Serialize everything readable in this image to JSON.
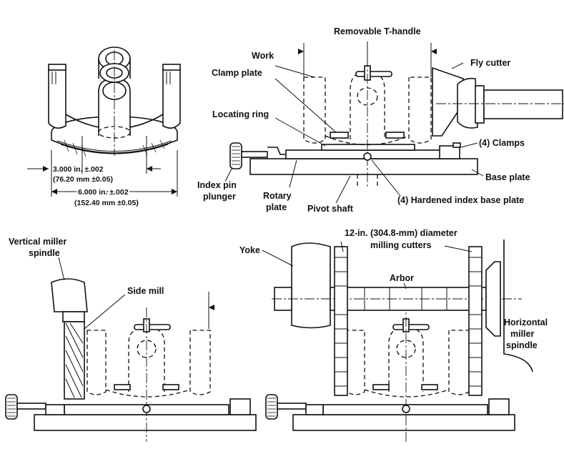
{
  "labels": {
    "removable_t_handle": "Removable T-handle",
    "work": "Work",
    "fly_cutter": "Fly cutter",
    "clamp_plate": "Clamp plate",
    "locating_ring": "Locating ring",
    "clamps": "(4) Clamps",
    "base_plate": "Base plate",
    "index_pin_plunger_1": "Index pin",
    "index_pin_plunger_2": "plunger",
    "rotary_plate_1": "Rotary",
    "rotary_plate_2": "plate",
    "pivot_shaft": "Pivot shaft",
    "hardened_index_base_plate": "(4) Hardened index base plate",
    "vertical_miller_spindle_1": "Vertical miller",
    "vertical_miller_spindle_2": "spindle",
    "side_mill": "Side mill",
    "yoke": "Yoke",
    "milling_cutters_1": "12-in. (304.8-mm) diameter",
    "milling_cutters_2": "milling cutters",
    "arbor": "Arbor",
    "horizontal_miller_spindle_1": "Horizontal",
    "horizontal_miller_spindle_2": "miller",
    "horizontal_miller_spindle_3": "spindle"
  },
  "dimensions": {
    "inner_in": "3.000 in. ±.002",
    "inner_mm": "(76.20 mm ±0.05)",
    "outer_in": "6.000 in. ±.002",
    "outer_mm": "(152.40 mm ±0.05)"
  }
}
